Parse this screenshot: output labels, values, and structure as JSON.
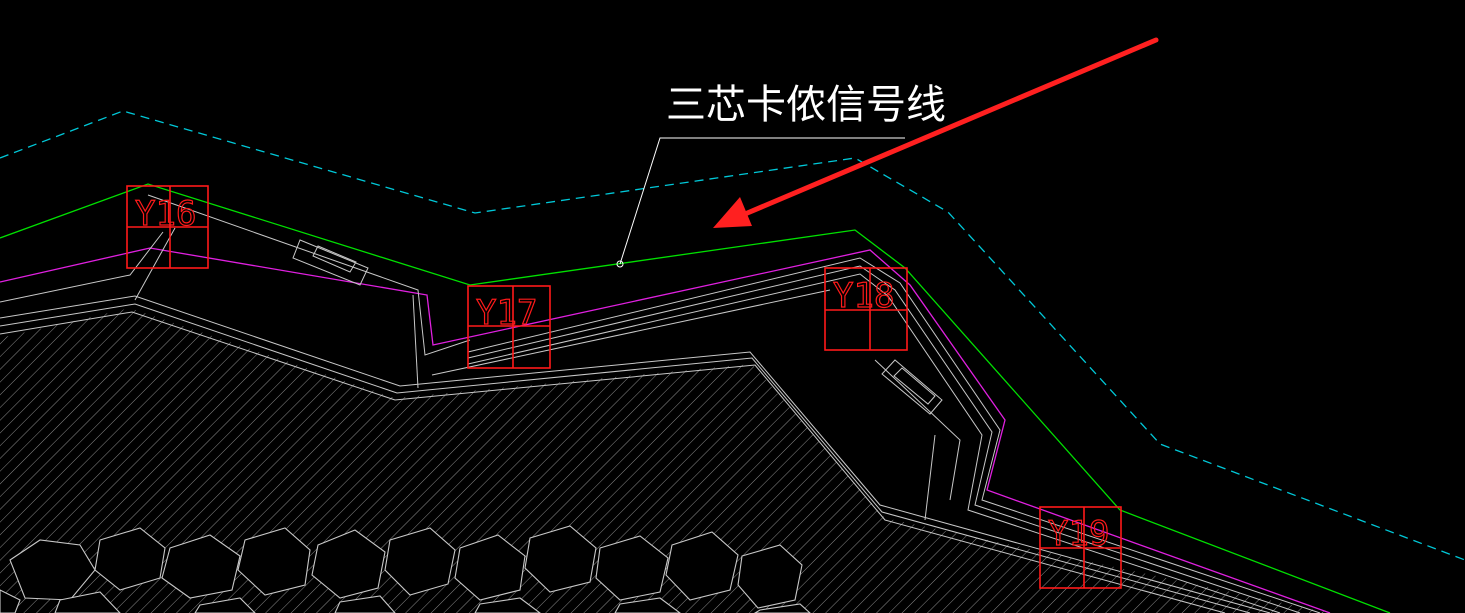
{
  "annotation": {
    "text": "三芯卡侬信号线"
  },
  "markers": [
    {
      "id": "marker-16",
      "label": "Y16"
    },
    {
      "id": "marker-17",
      "label": "Y17"
    },
    {
      "id": "marker-18",
      "label": "Y18"
    },
    {
      "id": "marker-19",
      "label": "Y19"
    }
  ],
  "colors": {
    "background": "#000000",
    "boundary_dashed": "#00c8d8",
    "signal_line": "#00e000",
    "magenta_line": "#e020e0",
    "structure_lines": "#c8c8c8",
    "marker_boxes": "#ff1a1a",
    "arrow": "#ff2020",
    "annotation_text": "#ffffff"
  },
  "icons": {
    "pointer": "red-arrow-icon"
  }
}
